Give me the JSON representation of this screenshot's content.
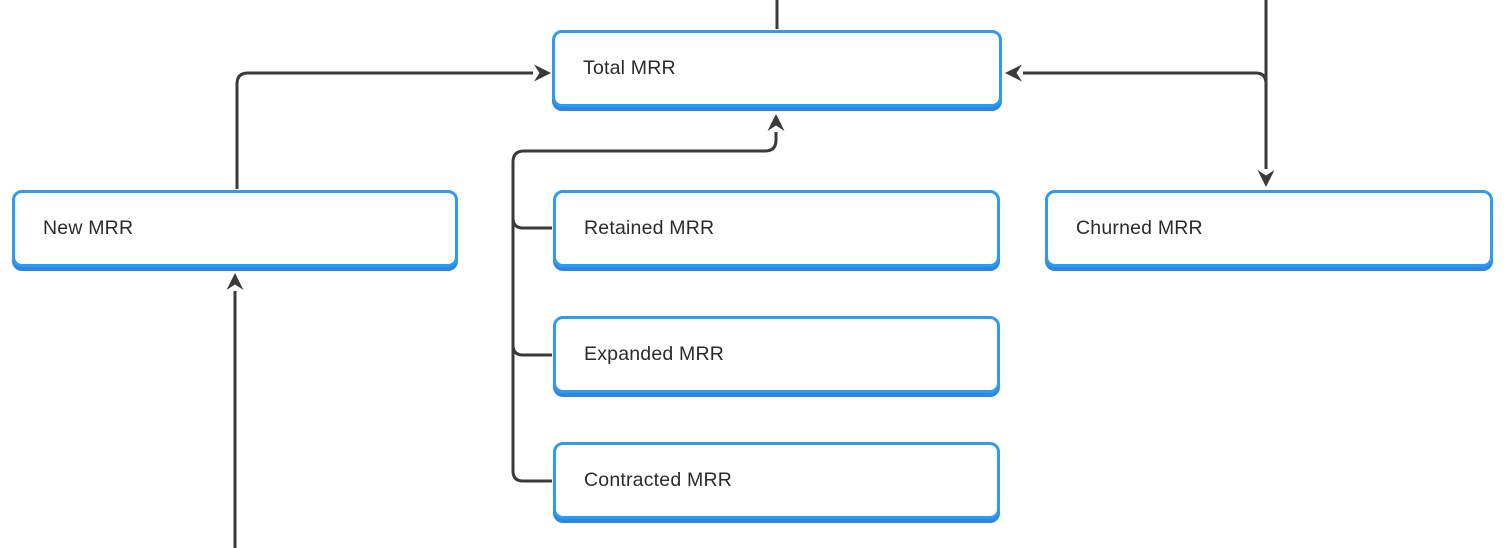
{
  "diagram": {
    "type": "flowchart",
    "background_color": "#ffffff",
    "colors": {
      "node_fill": "#ffffff",
      "node_border": "#2D9BF0",
      "node_shadow": "#2B86E4",
      "node_text": "#2B2B2B",
      "edge_stroke": "#3A3A3A"
    },
    "nodes": [
      {
        "id": "total",
        "label": "Total MRR"
      },
      {
        "id": "new",
        "label": "New MRR"
      },
      {
        "id": "retained",
        "label": "Retained MRR"
      },
      {
        "id": "expanded",
        "label": "Expanded MRR"
      },
      {
        "id": "contracted",
        "label": "Contracted MRR"
      },
      {
        "id": "churned",
        "label": "Churned MRR"
      }
    ],
    "edges": [
      {
        "from": "(off-screen top)",
        "to": "Total MRR",
        "arrowhead": false
      },
      {
        "from": "New MRR",
        "to": "Total MRR",
        "arrowhead": true
      },
      {
        "from": "(off-screen bottom)",
        "to": "New MRR",
        "arrowhead": true
      },
      {
        "from": "Retained MRR",
        "to": "Total MRR",
        "arrowhead": true
      },
      {
        "from": "Expanded MRR",
        "to": "Total MRR",
        "arrowhead": true
      },
      {
        "from": "Contracted MRR",
        "to": "Total MRR",
        "arrowhead": true
      },
      {
        "from": "(off-screen top)",
        "to": "Churned MRR",
        "arrowhead": true
      },
      {
        "from": "Churned MRR",
        "to": "Total MRR",
        "arrowhead": true
      }
    ]
  }
}
